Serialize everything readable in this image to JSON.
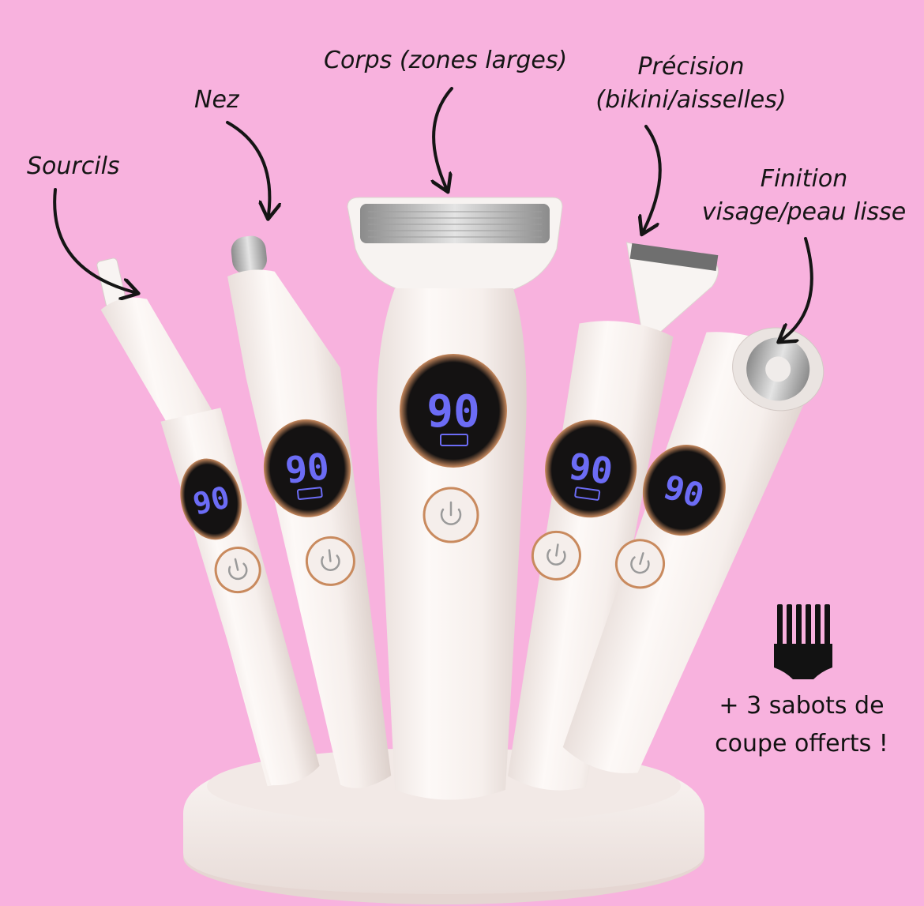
{
  "labels": {
    "sourcils": "Sourcils",
    "nez": "Nez",
    "corps": "Corps (zones larges)",
    "precision_line1": "Précision",
    "precision_line2": "(bikini/aisselles)",
    "finition_line1": "Finition",
    "finition_line2": "visage/peau lisse"
  },
  "offer": {
    "line1": "+ 3 sabots de",
    "line2": "coupe offerts !"
  },
  "displays": {
    "sourcils": "90",
    "nez": "90",
    "corps": "90",
    "precision": "90",
    "finition": "90"
  },
  "icons": [
    "comb-icon",
    "power-icon",
    "arrow-icon"
  ],
  "colors": {
    "background": "#f8b2de",
    "device_body": "#f7f1ee",
    "display_bg": "#141212",
    "display_ring": "#c98a5e",
    "display_digits": "#6c6cf5",
    "text": "#151515"
  }
}
